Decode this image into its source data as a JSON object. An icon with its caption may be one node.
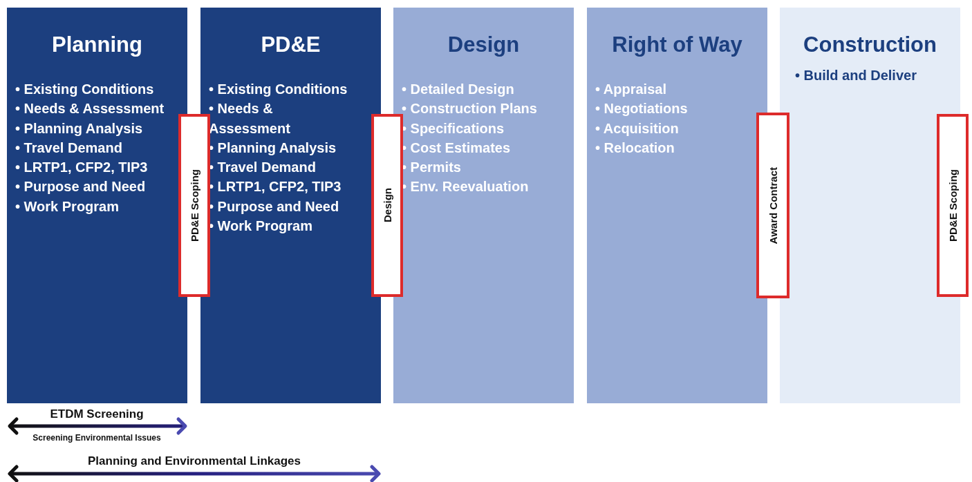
{
  "diagram": {
    "nodes": [
      {
        "text": [
          "Planning",
          "• Existing Conditions",
          "• Needs & Assessment",
          "• Planning Analysis",
          "• Travel Demand",
          "• LRTP1, CFP2, TIP3",
          "• Purpose and Need",
          "• Work Program"
        ]
      },
      {
        "text": [
          "PD&E Scoping"
        ]
      },
      {
        "text": [
          "PD&E",
          "• Existing Conditions",
          "• Needs & Assessment",
          "• Planning Analysis",
          "• Travel Demand",
          "• LRTP1, CFP2, TIP3",
          "• Purpose and Need",
          "• Work Program"
        ]
      },
      {
        "text": [
          "Design"
        ]
      },
      {
        "text": [
          "Design",
          "• Detailed Design",
          "• Construction Plans",
          "• Specifications",
          "• Cost Estimates",
          "• Permits",
          "• Env. Reevaluation"
        ]
      },
      {
        "text": [
          "Right of Way",
          "• Appraisal",
          "• Negotiations",
          "• Acquisition",
          "• Relocation"
        ]
      },
      {
        "text": [
          "Award Contract"
        ]
      },
      {
        "text": [
          "Construction",
          "• Build and Deliver"
        ]
      },
      {
        "text": [
          "PD&E Scoping"
        ]
      }
    ],
    "labels": [
      "ETDM Screening",
      "Screening Environmental Issues",
      "Planning and Environmental Linkages"
    ]
  }
}
